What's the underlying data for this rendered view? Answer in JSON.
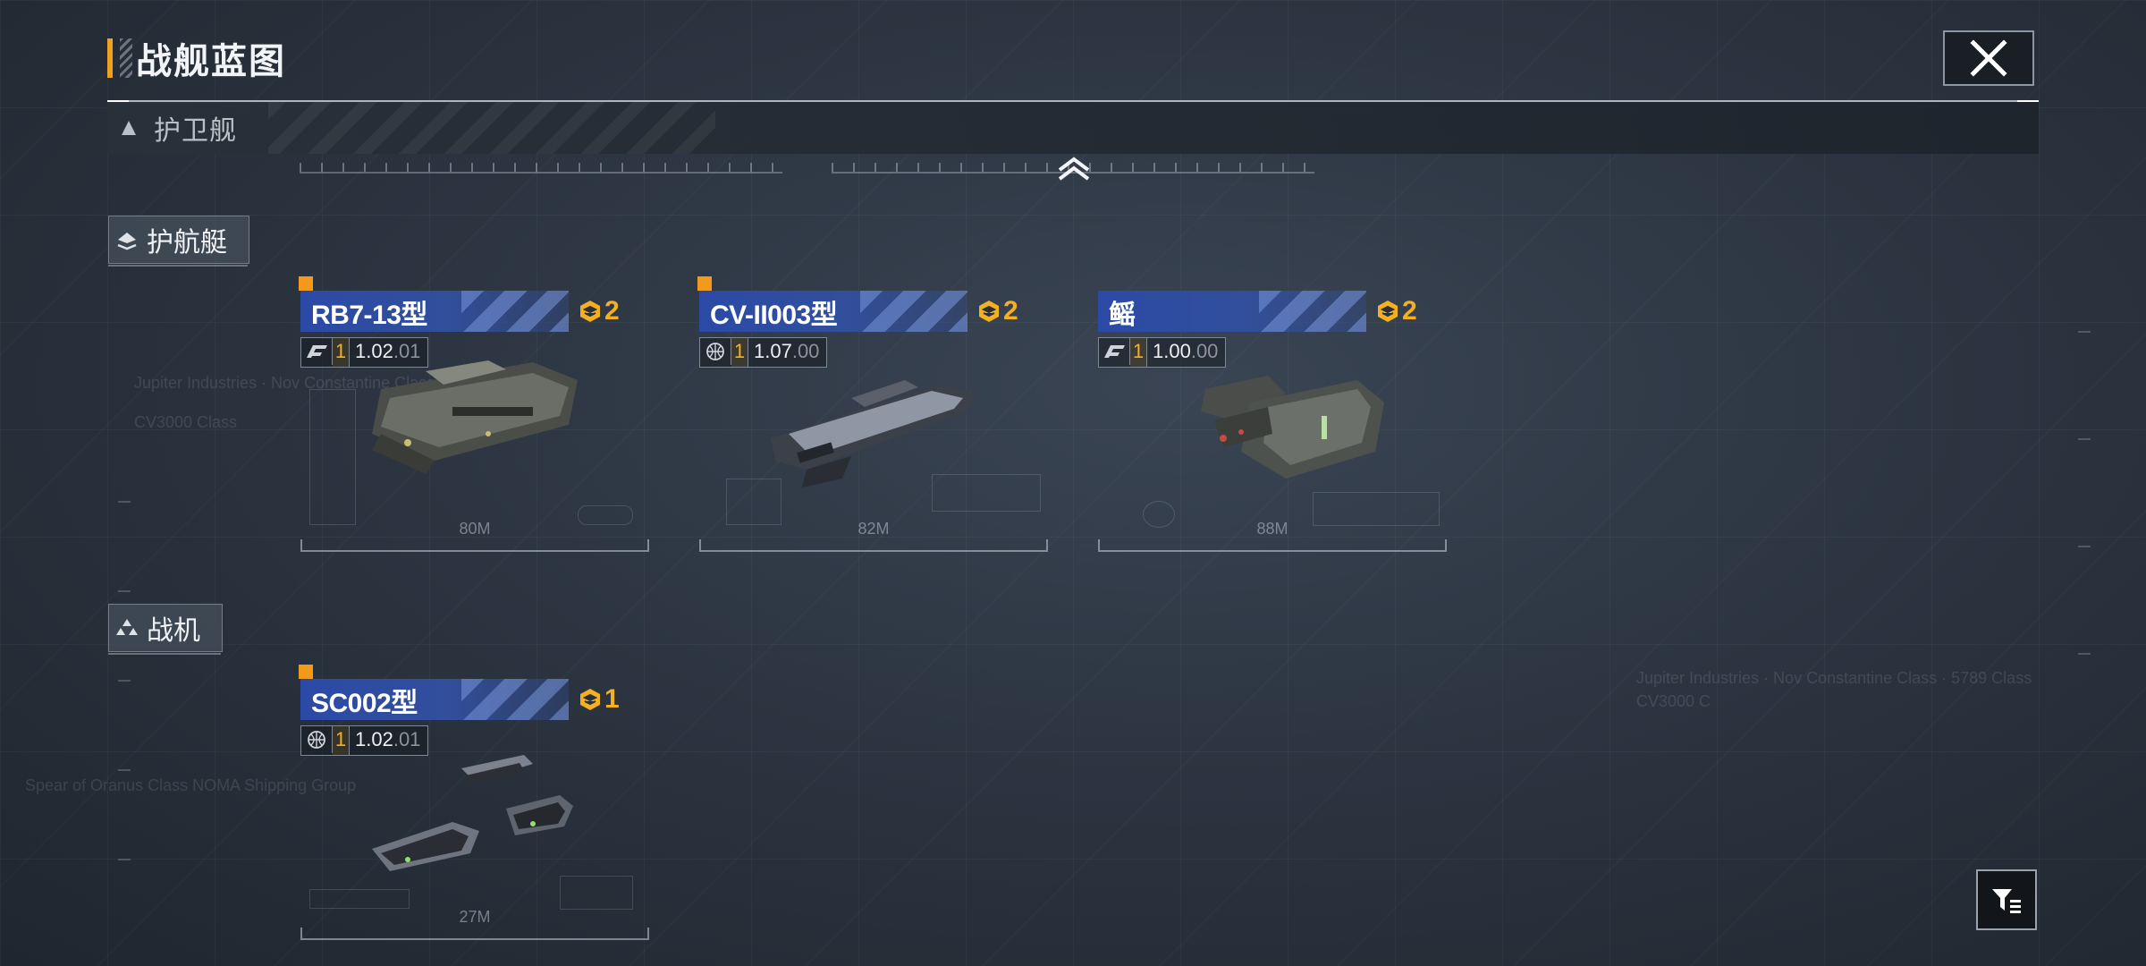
{
  "header": {
    "title": "战舰蓝图"
  },
  "category_bar": {
    "label": "护卫舰",
    "expanded": true
  },
  "sections": [
    {
      "label": "护航艇",
      "icon": "escort-ship-icon",
      "ships": [
        {
          "name": "RB7-13型",
          "cost": "2",
          "tier": "1",
          "version": "1.02",
          "version_suffix": ".01",
          "manufacturer_icon": "speed-logo-icon",
          "length": "80M",
          "new": true
        },
        {
          "name": "CV-II003型",
          "cost": "2",
          "tier": "1",
          "version": "1.07",
          "version_suffix": ".00",
          "manufacturer_icon": "globe-icon",
          "length": "82M",
          "new": true
        },
        {
          "name": "鳐",
          "cost": "2",
          "tier": "1",
          "version": "1.00",
          "version_suffix": ".00",
          "manufacturer_icon": "speed-logo-icon",
          "length": "88M",
          "new": false
        }
      ]
    },
    {
      "label": "战机",
      "icon": "fighter-icon",
      "ships": [
        {
          "name": "SC002型",
          "cost": "1",
          "tier": "1",
          "version": "1.02",
          "version_suffix": ".01",
          "manufacturer_icon": "globe-icon",
          "length": "27M",
          "new": true
        }
      ]
    }
  ],
  "background_text": [
    "Jupiter Industries · Nov Constantine Class",
    "CV3000 Class",
    "Spear of Oranus Class NOMA Shipping Group",
    "Jupiter Industries · Nov Constantine Class · 5789 Class",
    "CV3000 C"
  ],
  "colors": {
    "accent_orange": "#f39a1c",
    "cost_gold": "#f3b020",
    "banner_blue": "#2b4aa6"
  }
}
